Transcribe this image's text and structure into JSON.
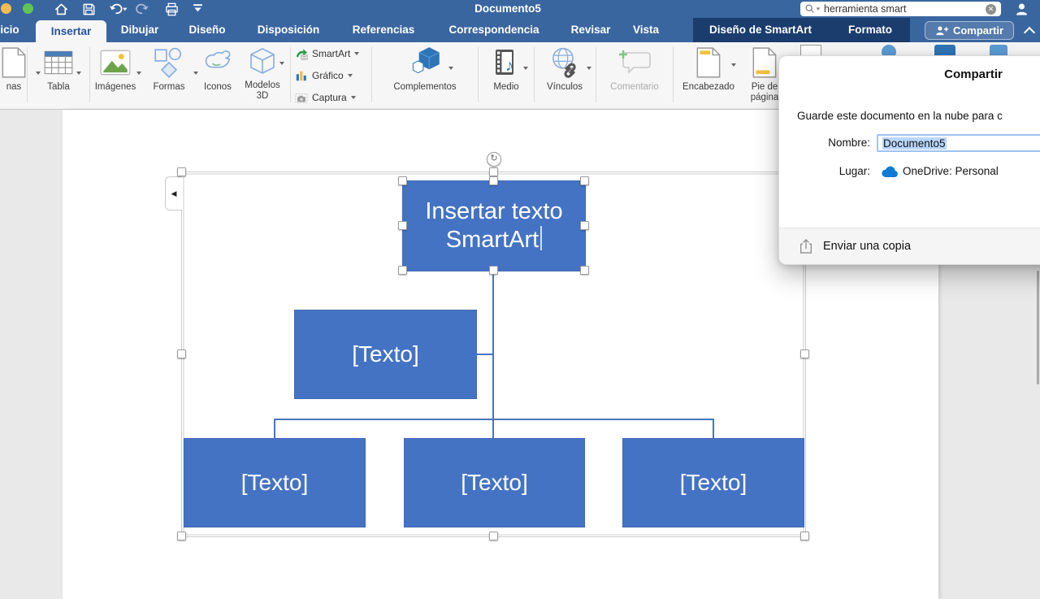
{
  "titlebar": {
    "title": "Documento5",
    "search": {
      "value": "herramienta smart"
    }
  },
  "tabs": [
    {
      "label": "icio"
    },
    {
      "label": "Insertar"
    },
    {
      "label": "Dibujar"
    },
    {
      "label": "Diseño"
    },
    {
      "label": "Disposición"
    },
    {
      "label": "Referencias"
    },
    {
      "label": "Correspondencia"
    },
    {
      "label": "Revisar"
    },
    {
      "label": "Vista"
    },
    {
      "label": "Diseño de SmartArt"
    },
    {
      "label": "Formato"
    }
  ],
  "share_button_label": "Compartir",
  "ribbon": {
    "groups": {
      "pages_cut": "nas",
      "table": "Tabla",
      "images": "Imágenes",
      "shapes": "Formas",
      "icons": "Iconos",
      "models3d": "Modelos 3D",
      "smartart": "SmartArt",
      "chart": "Gráfico",
      "screenshot": "Captura",
      "addins": "Complementos",
      "media": "Medio",
      "links": "Vínculos",
      "comment": "Comentario",
      "header": "Encabezado",
      "footer": "Pie de página"
    }
  },
  "popover": {
    "title": "Compartir",
    "description": "Guarde este documento en la nube para c",
    "name_label": "Nombre:",
    "name_value": "Documento5",
    "place_label": "Lugar:",
    "place_value": "OneDrive: Personal",
    "send_copy_label": "Enviar una copia"
  },
  "smartart": {
    "top_node_text": "Insertar texto SmartArt",
    "node_assistant_text": "[Texto]",
    "node_left_text": "[Texto]",
    "node_center_text": "[Texto]",
    "node_right_text": "[Texto]"
  },
  "glyphs": {
    "rotate_handle": "↻",
    "text_pane_toggle": "◀",
    "music_note": "♪"
  },
  "colors": {
    "accent_blue": "#4573c4",
    "titlebar_blue": "#3a66a0",
    "contextual_navy": "#1b3d6d",
    "onedrive_blue": "#0f7bd7",
    "selection_highlight": "#b9d7fd"
  }
}
